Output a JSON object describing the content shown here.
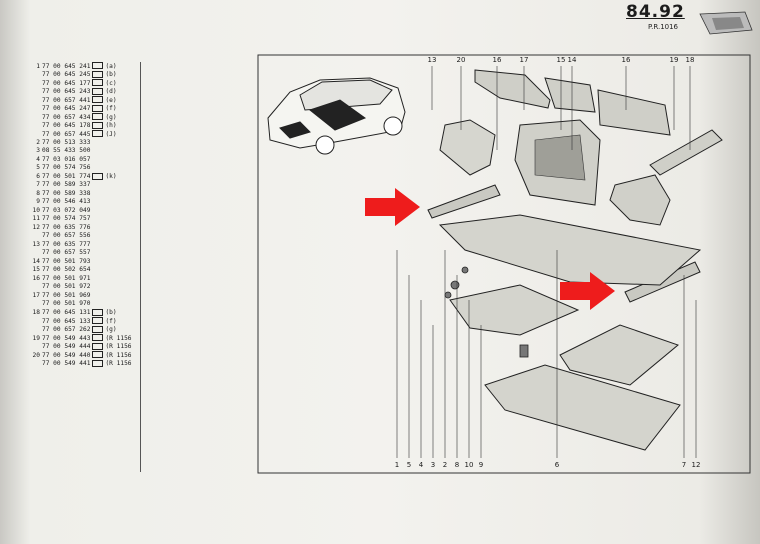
{
  "header": {
    "number": "84.92",
    "reference": "P.R.1016"
  },
  "parts": [
    {
      "idx": "1",
      "code": "77 00 645 241",
      "tag": "(a)"
    },
    {
      "idx": "",
      "code": "77 00 645 245",
      "tag": "(b)"
    },
    {
      "idx": "",
      "code": "77 00 645 177",
      "tag": "(c)"
    },
    {
      "idx": "",
      "code": "77 00 645 243",
      "tag": "(d)"
    },
    {
      "idx": "",
      "code": "77 00 657 441",
      "tag": "(e)"
    },
    {
      "idx": "",
      "code": "77 00 645 247",
      "tag": "(f)"
    },
    {
      "idx": "",
      "code": "77 00 657 434",
      "tag": "(g)"
    },
    {
      "idx": "",
      "code": "77 00 645 178",
      "tag": "(h)"
    },
    {
      "idx": "",
      "code": "77 00 657 445",
      "tag": "(J)"
    },
    {
      "idx": "2",
      "code": "77 00 513 333",
      "tag": ""
    },
    {
      "idx": "3",
      "code": "08 55 433 500",
      "tag": ""
    },
    {
      "idx": "4",
      "code": "77 03 016 057",
      "tag": ""
    },
    {
      "idx": "5",
      "code": "77 00 574 756",
      "tag": ""
    },
    {
      "idx": "6",
      "code": "77 00 501 774",
      "tag": "(k)"
    },
    {
      "idx": "7",
      "code": "77 00 589 337",
      "tag": ""
    },
    {
      "idx": "8",
      "code": "77 00 589 338",
      "tag": ""
    },
    {
      "idx": "9",
      "code": "77 00 546 413",
      "tag": ""
    },
    {
      "idx": "10",
      "code": "77 03 072 049",
      "tag": ""
    },
    {
      "idx": "11",
      "code": "77 00 574 757",
      "tag": ""
    },
    {
      "idx": "12",
      "code": "77 00 635 776",
      "tag": ""
    },
    {
      "idx": "",
      "code": "77 00 657 556",
      "tag": ""
    },
    {
      "idx": "13",
      "code": "77 00 635 777",
      "tag": ""
    },
    {
      "idx": "",
      "code": "77 00 657 557",
      "tag": ""
    },
    {
      "idx": "14",
      "code": "77 00 501 793",
      "tag": ""
    },
    {
      "idx": "15",
      "code": "77 00 502 654",
      "tag": ""
    },
    {
      "idx": "16",
      "code": "77 00 501 971",
      "tag": ""
    },
    {
      "idx": "",
      "code": "77 00 501 972",
      "tag": ""
    },
    {
      "idx": "17",
      "code": "77 00 501 969",
      "tag": ""
    },
    {
      "idx": "",
      "code": "77 00 501 970",
      "tag": ""
    },
    {
      "idx": "18",
      "code": "77 00 645 131",
      "tag": "(b)"
    },
    {
      "idx": "",
      "code": "77 00 645 133",
      "tag": "(f)"
    },
    {
      "idx": "",
      "code": "77 00 657 262",
      "tag": "(g)"
    },
    {
      "idx": "19",
      "code": "77 00 549 443",
      "tag": "(R 1156"
    },
    {
      "idx": "",
      "code": "77 00 549 444",
      "tag": "(R 1156"
    },
    {
      "idx": "20",
      "code": "77 00 549 440",
      "tag": "(R 1156"
    },
    {
      "idx": "",
      "code": "77 00 549 441",
      "tag": "(R 1156"
    }
  ],
  "callouts_top": [
    "13",
    "20",
    "16",
    "17",
    "15",
    "14",
    "16",
    "19",
    "18"
  ],
  "callouts_bottom": [
    "1",
    "5",
    "4",
    "3",
    "2",
    "8",
    "10",
    "9",
    "6",
    "7",
    "12"
  ],
  "colors": {
    "arrow": "#ee1c1c",
    "ink": "#1e1e1e",
    "paper": "#f2f1ed"
  }
}
